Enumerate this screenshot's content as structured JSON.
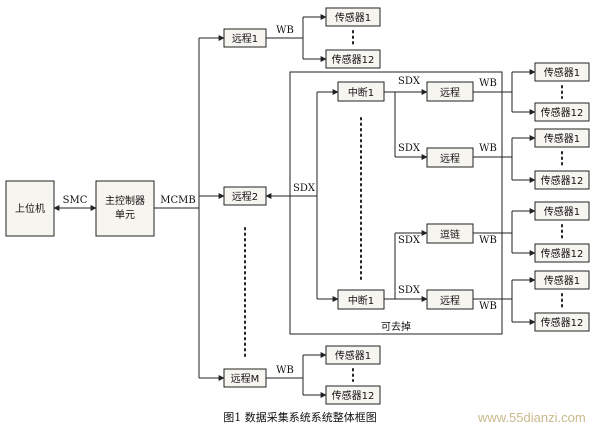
{
  "diagram": {
    "host": "上位机",
    "main_ctrl": [
      "主控制器",
      "单元"
    ],
    "remote_1": "远程1",
    "remote_2": "远程2",
    "remote_m": "远程M",
    "interrupt_top": "中断1",
    "interrupt_bottom": "中断1",
    "remote": "远程",
    "remote_variant": "逗链",
    "sensor_first": "传感器1",
    "sensor_last": "传感器12",
    "bus_smc": "SMC",
    "bus_mcmb": "MCMB",
    "bus_sdx": "SDX",
    "bus_wb": "WB",
    "removable_group": "可去掉"
  },
  "caption": "图1  数据采集系统系统整体框图",
  "watermark": "www.55dianzi.com"
}
